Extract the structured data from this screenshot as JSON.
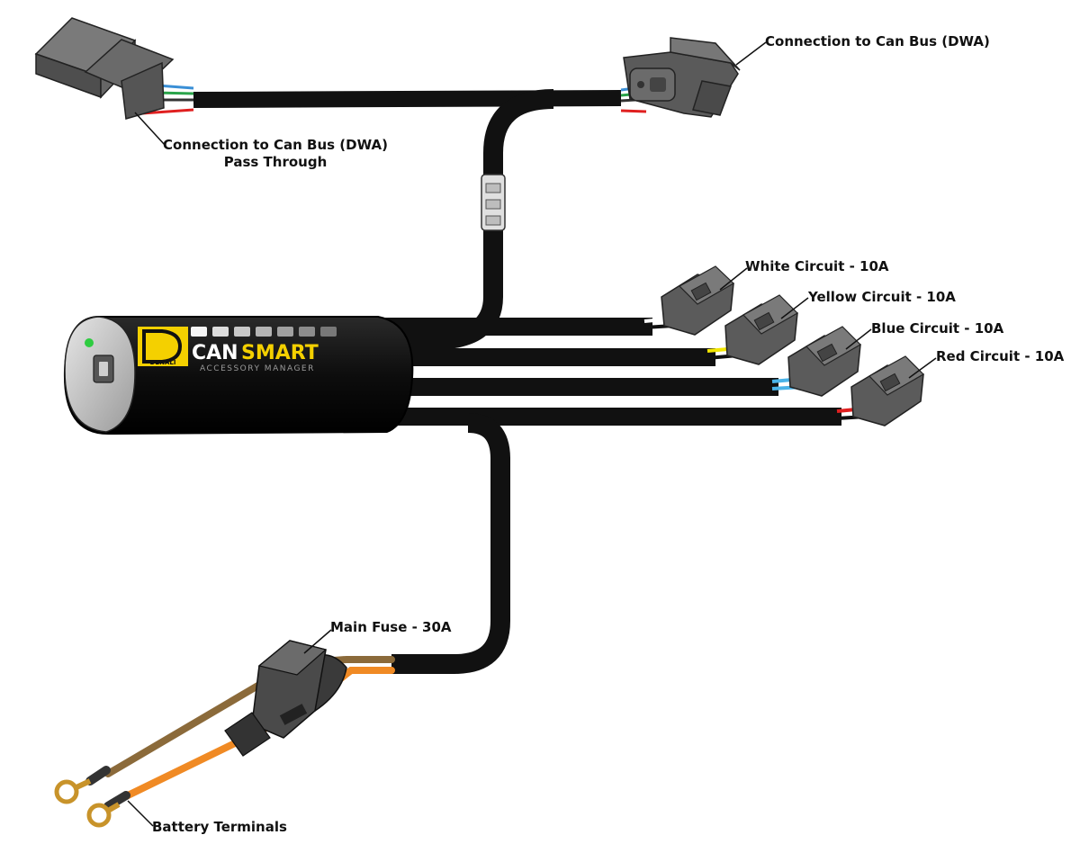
{
  "labels": {
    "canbus_dwa": "Connection to Can Bus (DWA)",
    "canbus_passthrough_line1": "Connection to Can Bus (DWA)",
    "canbus_passthrough_line2": "Pass Through",
    "white_circuit": "White Circuit - 10A",
    "yellow_circuit": "Yellow Circuit - 10A",
    "blue_circuit": "Blue Circuit - 10A",
    "red_circuit": "Red Circuit - 10A",
    "main_fuse": "Main Fuse - 30A",
    "battery_terminals": "Battery Terminals"
  },
  "module": {
    "brand": "DENALI",
    "name_part1": "CAN",
    "name_part2": "SMART",
    "subtitle": "ACCESSORY MANAGER",
    "led_color": "#2ecc40"
  },
  "colors": {
    "cable": "#111111",
    "connector": "#555555",
    "connector_dark": "#3a3a3a",
    "white_wire": "#ffffff",
    "yellow_wire": "#f2e600",
    "blue_wire": "#4ab3e8",
    "red_wire": "#e02020",
    "orange_wire": "#f08a24",
    "brown_wire": "#8b6a3a",
    "logo_yellow": "#f4d000"
  }
}
